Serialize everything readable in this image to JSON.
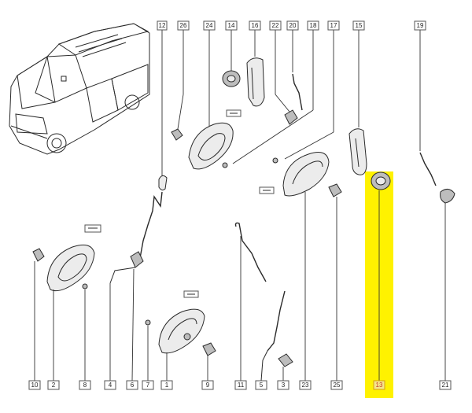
{
  "diagram": {
    "callouts": {
      "n12": "12",
      "n26": "26",
      "n24": "24",
      "n14": "14",
      "n16": "16",
      "n22": "22",
      "n20": "20",
      "n18": "18",
      "n17": "17",
      "n15": "15",
      "n19": "19",
      "n10": "10",
      "n2": "2",
      "n8": "8",
      "n4": "4",
      "n6": "6",
      "n7": "7",
      "n1": "1",
      "n9": "9",
      "n11": "11",
      "n5": "5",
      "n3": "3",
      "n23": "23",
      "n25": "25",
      "n13": "13",
      "n21": "21"
    },
    "highlighted_part": "13",
    "highlight_color": "#fff200"
  }
}
